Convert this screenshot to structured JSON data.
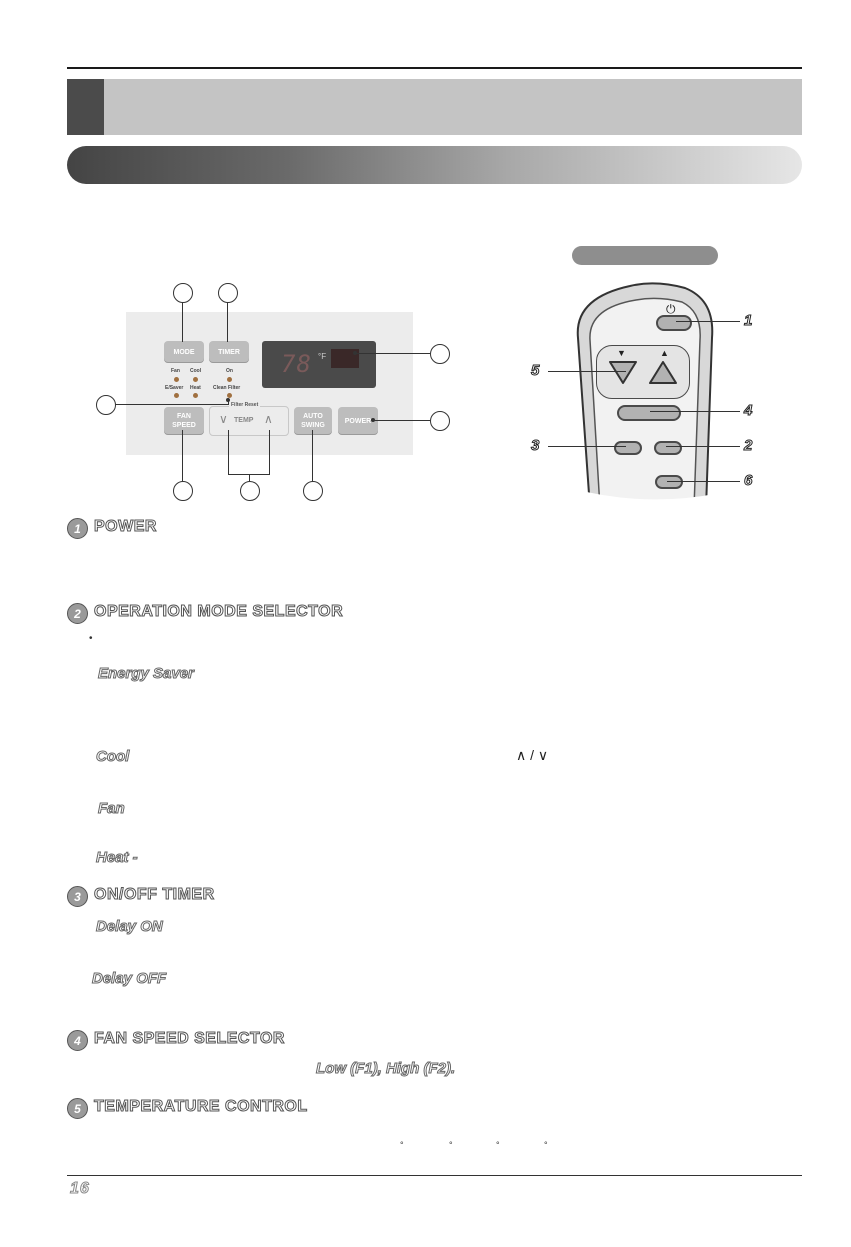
{
  "page_number": "16",
  "control_panel": {
    "mode_label": "MODE",
    "timer_label": "TIMER",
    "fan_speed_label": "FAN\nSPEED",
    "auto_swing_label": "AUTO\nSWING",
    "power_label": "POWER",
    "temp_label": "TEMP",
    "filter_reset_label": "Filter Reset",
    "display_digits": "78",
    "display_unit": "°F",
    "leds": {
      "fan": "Fan",
      "cool": "Cool",
      "on": "On",
      "esaver": "E/Saver",
      "heat": "Heat",
      "clean_filter": "Clean Filter"
    },
    "arrow_down": "∨",
    "arrow_up": "∧"
  },
  "remote": {
    "power_symbol": "⏻",
    "down_arrow": "▼",
    "up_arrow": "▲",
    "callouts": [
      "1",
      "5",
      "4",
      "3",
      "2",
      "6"
    ]
  },
  "sections": [
    {
      "num": "1",
      "title": "POWER"
    },
    {
      "num": "2",
      "title": "OPERATION MODE SELECTOR"
    },
    {
      "num": "3",
      "title": "ON/OFF TIMER"
    },
    {
      "num": "4",
      "title": "FAN SPEED SELECTOR"
    },
    {
      "num": "5",
      "title": "TEMPERATURE CONTROL"
    }
  ],
  "mode_items": {
    "energy_saver": "Energy Saver",
    "cool": "Cool",
    "fan": "Fan",
    "heat": "Heat -"
  },
  "cool_arrows": "∧ / ∨",
  "timer_items": {
    "delay_on": "Delay ON",
    "delay_off": "Delay OFF"
  },
  "fan_speed_text": "Low (F1), High (F2).",
  "degree_symbol": "°"
}
